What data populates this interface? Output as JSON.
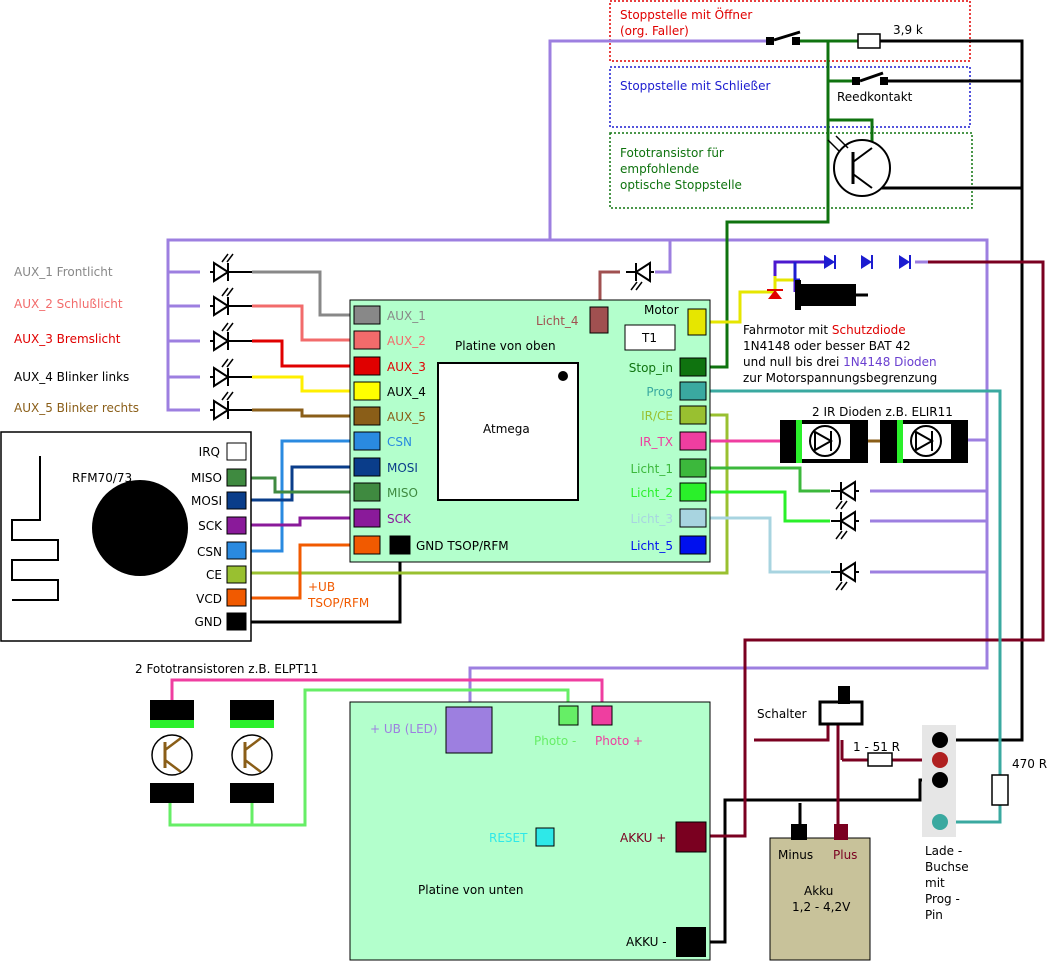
{
  "colors": {
    "board": "#b3ffcc",
    "purple": "#9d7fe0",
    "darkgreen": "#0f730f",
    "brightgreen": "#66ee66",
    "black": "#000000",
    "darkred": "#7a0020",
    "teal": "#3aa9a0",
    "pink": "#ef3ea0",
    "orange": "#f15a00",
    "olive": "#99c030",
    "yellow": "#ffff00",
    "brown": "#8a5e18"
  },
  "stops": {
    "opener_line1": "Stoppstelle mit Öffner",
    "opener_line2": "(org. Faller)",
    "closer": "Stoppstelle mit Schließer",
    "foto_line1": "Fototransistor für",
    "foto_line2": "empfohlende",
    "foto_line3": "optische Stoppstelle",
    "resistor": "3,9 k",
    "reed": "Reedkontakt"
  },
  "aux_legend": {
    "aux1": "AUX_1 Frontlicht",
    "aux2": "AUX_2 Schlußlicht",
    "aux3": "AUX_3 Bremslicht",
    "aux4": "AUX_4 Blinker links",
    "aux5": "AUX_5 Blinker rechts"
  },
  "top_board": {
    "title": "Platine von oben",
    "chip": "Atmega",
    "t1": "T1",
    "licht4": "Licht_4",
    "motor": "Motor",
    "gnd": "GND TSOP/RFM",
    "left_pins": [
      "AUX_1",
      "AUX_2",
      "AUX_3",
      "AUX_4",
      "AUX_5",
      "CSN",
      "MOSI",
      "MISO",
      "SCK"
    ],
    "right_pins": [
      "Stop_in",
      "Prog",
      "IR/CE",
      "IR_TX",
      "Licht_1",
      "Licht_2",
      "Licht_3",
      "Licht_5"
    ]
  },
  "rfm": {
    "title": "RFM70/73",
    "pins": [
      "IRQ",
      "MISO",
      "MOSI",
      "SCK",
      "CSN",
      "CE",
      "VCD",
      "GND"
    ],
    "ub_line1": "+UB",
    "ub_line2": "TSOP/RFM"
  },
  "motor_note": {
    "line1a": "Fahrmotor mit ",
    "line1b": "Schutzdiode",
    "line2": "1N4148 oder besser BAT 42",
    "line3a": "und null bis drei ",
    "line3b": "1N4148 Dioden",
    "line4": "zur Motorspannungsbegrenzung"
  },
  "ir_dioden": "2 IR Dioden z.B. ELIR11",
  "fototransistoren": "2 Fototransistoren z.B. ELPT11",
  "bottom_board": {
    "title": "Platine von unten",
    "ub_led": "+ UB (LED)",
    "photo_minus": "Photo -",
    "photo_plus": "Photo +",
    "reset": "RESET",
    "akku_plus": "AKKU +",
    "akku_minus": "AKKU -"
  },
  "power": {
    "schalter": "Schalter",
    "r1": "1 - 51 R",
    "r2": "470 R",
    "minus": "Minus",
    "plus": "Plus",
    "akku": "Akku",
    "akku_range": "1,2 - 4,2V",
    "lade": [
      "Lade -",
      "Buchse",
      "mit",
      "Prog -",
      "Pin"
    ]
  }
}
